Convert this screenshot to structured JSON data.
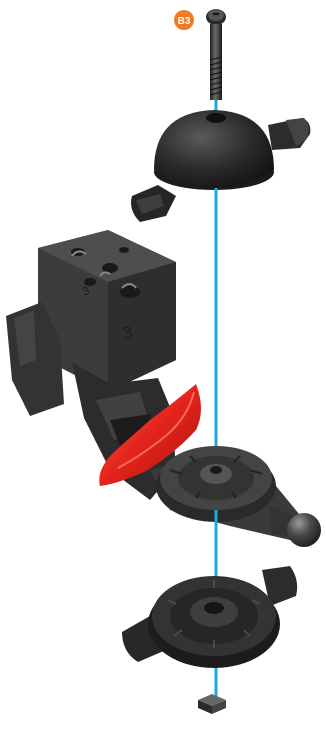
{
  "callout": {
    "label": "B3",
    "color": "#f07b22"
  },
  "axis": {
    "color": "#1ba9e0"
  },
  "colors": {
    "part_dark": "#2e2e2e",
    "part_mid": "#4a4a4a",
    "part_light": "#6a6a6a",
    "wing": "#e3241b"
  },
  "parts": {
    "screw": "screw-icon",
    "top_cap": "dome-cap-icon",
    "block": "cube-mount-icon",
    "arm": "pivot-arm-icon",
    "wing": "red-wing-icon",
    "ball_joint": "ball-joint-icon",
    "base": "ratchet-base-icon",
    "nut": "square-nut-icon"
  },
  "embossed_marks": {
    "block_number": "3",
    "block_top_number": "3"
  }
}
